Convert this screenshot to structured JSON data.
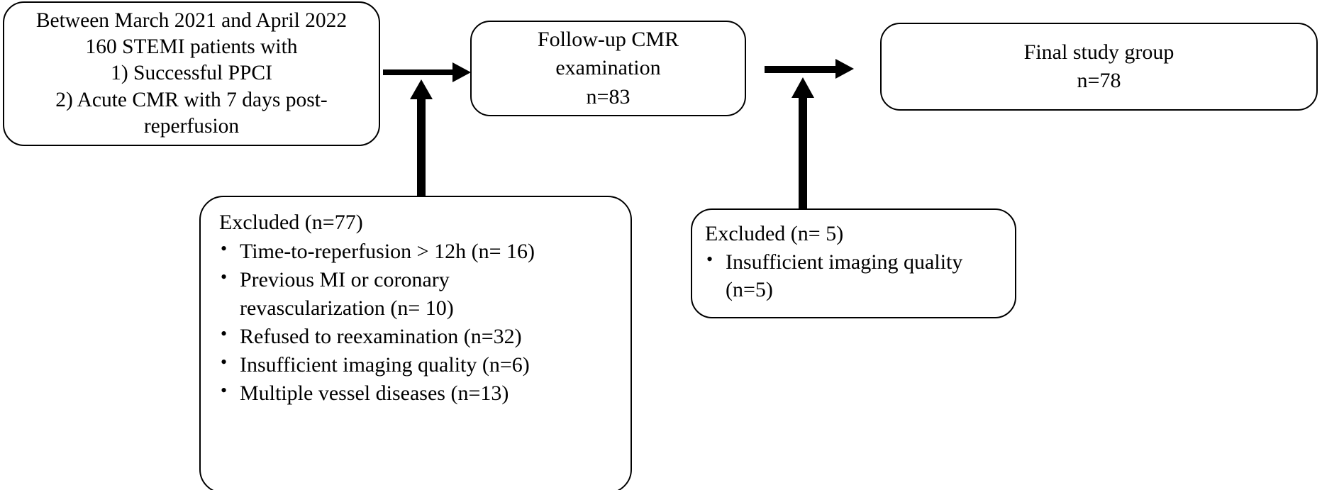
{
  "diagram": {
    "title": "STEMI patient enrollment flowchart",
    "line_color": "#000000",
    "background": "#ffffff"
  },
  "nodes": {
    "enrollment": {
      "name": "enrollment-box",
      "lines": [
        "Between March 2021 and April 2022",
        "160 STEMI patients with",
        "1) Successful  PPCI",
        "2) Acute CMR with 7 days post-",
        "reperfusion"
      ]
    },
    "followup": {
      "name": "follow-up-cmr-box",
      "lines": [
        "Follow-up CMR",
        "examination",
        "n=83"
      ]
    },
    "final": {
      "name": "final-study-group-box",
      "lines": [
        "Final study group",
        "n=78"
      ]
    },
    "excluded_77": {
      "name": "excluded-77-box",
      "heading": "Excluded (n=77)",
      "bullets": [
        {
          "lines": [
            "Time-to-reperfusion > 12h (n= 16)"
          ]
        },
        {
          "lines": [
            "Previous MI or coronary",
            "revascularization (n= 10)"
          ]
        },
        {
          "lines": [
            "Refused to reexamination (n=32)"
          ]
        },
        {
          "lines": [
            "Insufficient imaging quality (n=6)"
          ]
        },
        {
          "lines": [
            "Multiple vessel diseases (n=13)"
          ]
        }
      ]
    },
    "excluded_5": {
      "name": "excluded-5-box",
      "heading": "Excluded (n= 5)",
      "bullets": [
        {
          "lines": [
            "Insufficient imaging quality",
            "(n=5)"
          ]
        }
      ]
    }
  },
  "connectors": [
    {
      "name": "arrow-enrollment-to-followup",
      "direction": "right"
    },
    {
      "name": "arrow-followup-to-final",
      "direction": "right"
    },
    {
      "name": "arrow-excluded77-up",
      "direction": "up"
    },
    {
      "name": "arrow-excluded5-up",
      "direction": "up"
    }
  ]
}
